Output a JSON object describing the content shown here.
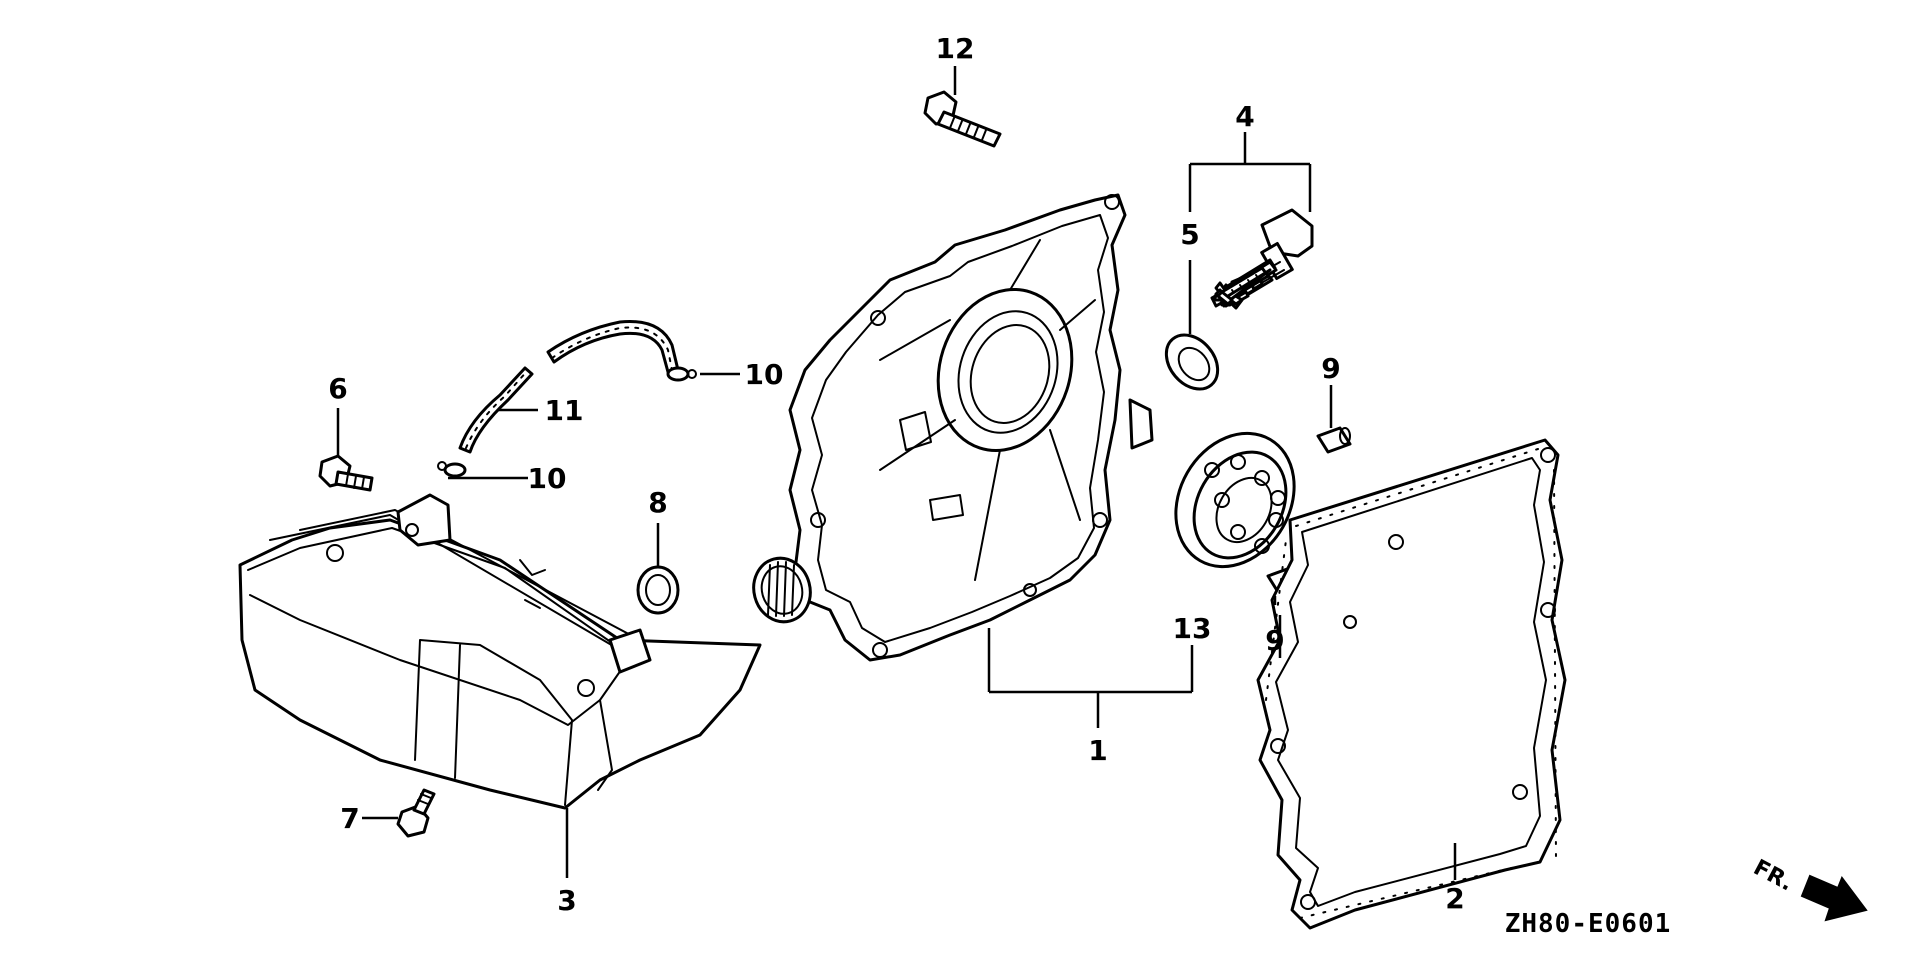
{
  "diagram": {
    "code": "ZH80-E0601",
    "front_indicator": "FR.",
    "callouts": [
      {
        "id": "c1",
        "label": "1"
      },
      {
        "id": "c2",
        "label": "2"
      },
      {
        "id": "c3",
        "label": "3"
      },
      {
        "id": "c4",
        "label": "4"
      },
      {
        "id": "c5",
        "label": "5"
      },
      {
        "id": "c6",
        "label": "6"
      },
      {
        "id": "c7",
        "label": "7"
      },
      {
        "id": "c8",
        "label": "8"
      },
      {
        "id": "c9a",
        "label": "9"
      },
      {
        "id": "c9b",
        "label": "9"
      },
      {
        "id": "c10a",
        "label": "10"
      },
      {
        "id": "c10b",
        "label": "10"
      },
      {
        "id": "c11",
        "label": "11"
      },
      {
        "id": "c12",
        "label": "12"
      },
      {
        "id": "c13",
        "label": "13"
      }
    ]
  }
}
